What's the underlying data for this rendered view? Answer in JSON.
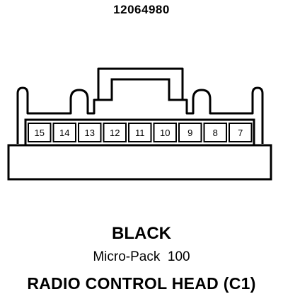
{
  "part_number": "12064980",
  "pins": [
    "15",
    "14",
    "13",
    "12",
    "11",
    "10",
    "9",
    "8",
    "7"
  ],
  "color": "BLACK",
  "connector_type": "Micro-Pack  100",
  "component": "RADIO CONTROL HEAD (C1)"
}
